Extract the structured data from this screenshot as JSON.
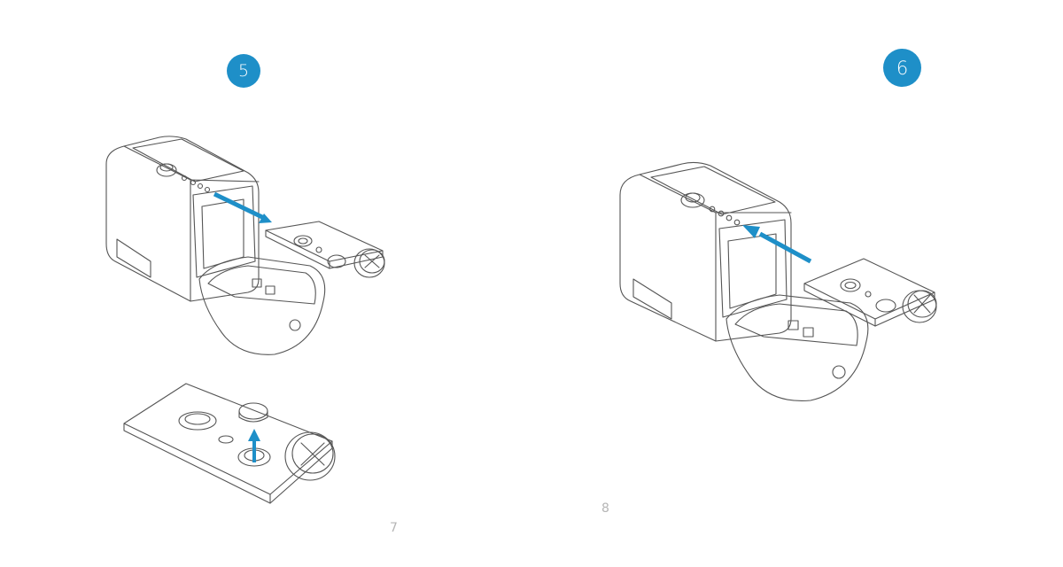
{
  "steps": [
    {
      "number": "5"
    },
    {
      "number": "6"
    }
  ],
  "pages": {
    "left": "7",
    "right": "8"
  },
  "colors": {
    "accent": "#1e8fc8",
    "line": "#555555",
    "page_number": "#b5b5b5"
  }
}
